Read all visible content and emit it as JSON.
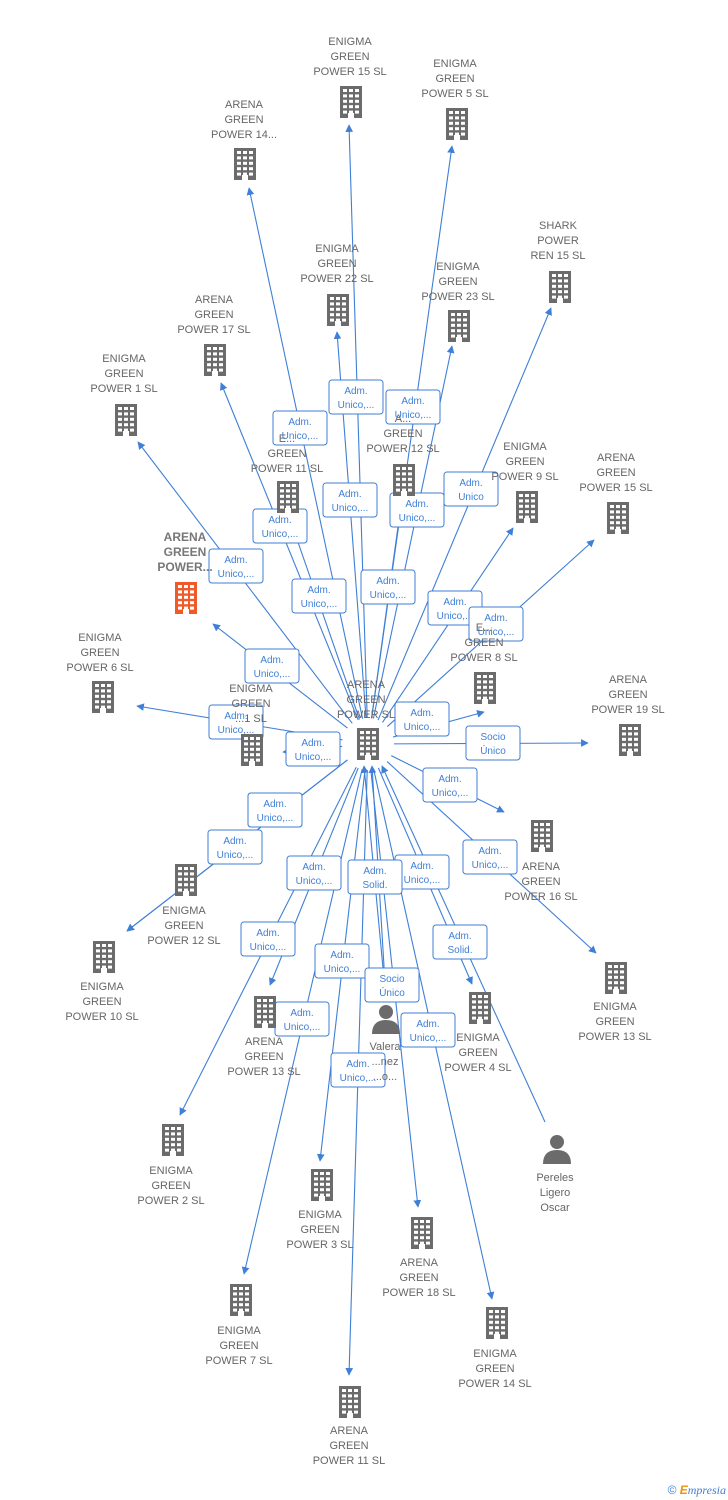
{
  "colors": {
    "edge": "#3f7fd6",
    "node": "#6b6b6b",
    "focus_node": "#f05a28",
    "label": "#666666"
  },
  "nodes": [
    {
      "id": "center",
      "icon": "building-icon",
      "lines": [
        "ARENA",
        "GREEN",
        "POWER  SL"
      ]
    },
    {
      "id": "focus",
      "icon": "building-icon",
      "focus": true,
      "lines": [
        "ARENA",
        "GREEN",
        "POWER..."
      ]
    },
    {
      "id": "eg15",
      "icon": "building-icon",
      "lines": [
        "ENIGMA",
        "GREEN",
        "POWER 15  SL"
      ]
    },
    {
      "id": "eg5",
      "icon": "building-icon",
      "lines": [
        "ENIGMA",
        "GREEN",
        "POWER 5  SL"
      ]
    },
    {
      "id": "ag14",
      "icon": "building-icon",
      "lines": [
        "ARENA",
        "GREEN",
        "POWER 14..."
      ]
    },
    {
      "id": "shark",
      "icon": "building-icon",
      "lines": [
        "SHARK",
        "POWER",
        "REN 15  SL"
      ]
    },
    {
      "id": "eg22",
      "icon": "building-icon",
      "lines": [
        "ENIGMA",
        "GREEN",
        "POWER 22  SL"
      ]
    },
    {
      "id": "eg23",
      "icon": "building-icon",
      "lines": [
        "ENIGMA",
        "GREEN",
        "POWER 23  SL"
      ]
    },
    {
      "id": "ag17",
      "icon": "building-icon",
      "lines": [
        "ARENA",
        "GREEN",
        "POWER 17  SL"
      ]
    },
    {
      "id": "eg1",
      "icon": "building-icon",
      "lines": [
        "ENIGMA",
        "GREEN",
        "POWER 1  SL"
      ]
    },
    {
      "id": "eg11",
      "icon": "building-icon",
      "lines": [
        "E...",
        "GREEN",
        "POWER 11  SL"
      ]
    },
    {
      "id": "ag12",
      "icon": "building-icon",
      "lines": [
        "A...",
        "GREEN",
        "POWER 12  SL"
      ]
    },
    {
      "id": "eg9",
      "icon": "building-icon",
      "lines": [
        "ENIGMA",
        "GREEN",
        "POWER 9  SL"
      ]
    },
    {
      "id": "ag15",
      "icon": "building-icon",
      "lines": [
        "ARENA",
        "GREEN",
        "POWER 15  SL"
      ]
    },
    {
      "id": "eg6",
      "icon": "building-icon",
      "lines": [
        "ENIGMA",
        "GREEN",
        "POWER 6  SL"
      ]
    },
    {
      "id": "eg8",
      "icon": "building-icon",
      "lines": [
        "E...",
        "GREEN",
        "POWER 8  SL"
      ]
    },
    {
      "id": "ag1",
      "icon": "building-icon",
      "lines": [
        "ENIGMA",
        "GREEN",
        "...1  SL"
      ]
    },
    {
      "id": "ag19",
      "icon": "building-icon",
      "lines": [
        "ARENA",
        "GREEN",
        "POWER 19  SL"
      ]
    },
    {
      "id": "ag16",
      "icon": "building-icon",
      "lines": [
        "ARENA",
        "GREEN",
        "POWER 16  SL"
      ]
    },
    {
      "id": "eg12",
      "icon": "building-icon",
      "lines": [
        "ENIGMA",
        "GREEN",
        "POWER 12  SL"
      ]
    },
    {
      "id": "eg10",
      "icon": "building-icon",
      "lines": [
        "ENIGMA",
        "GREEN",
        "POWER 10  SL"
      ]
    },
    {
      "id": "eg13",
      "icon": "building-icon",
      "lines": [
        "ENIGMA",
        "GREEN",
        "POWER 13  SL"
      ]
    },
    {
      "id": "ag13",
      "icon": "building-icon",
      "lines": [
        "ARENA",
        "GREEN",
        "POWER 13  SL"
      ]
    },
    {
      "id": "valera",
      "icon": "person-icon",
      "lines": [
        "Valera",
        "...nez",
        "...o..."
      ]
    },
    {
      "id": "eg4",
      "icon": "building-icon",
      "lines": [
        "ENIGMA",
        "GREEN",
        "POWER 4  SL"
      ]
    },
    {
      "id": "pereles",
      "icon": "person-icon",
      "lines": [
        "Pereles",
        "Ligero",
        "Oscar"
      ]
    },
    {
      "id": "eg2",
      "icon": "building-icon",
      "lines": [
        "ENIGMA",
        "GREEN",
        "POWER 2  SL"
      ]
    },
    {
      "id": "eg3",
      "icon": "building-icon",
      "lines": [
        "ENIGMA",
        "GREEN",
        "POWER 3  SL"
      ]
    },
    {
      "id": "ag18",
      "icon": "building-icon",
      "lines": [
        "ARENA",
        "GREEN",
        "POWER 18  SL"
      ]
    },
    {
      "id": "eg7",
      "icon": "building-icon",
      "lines": [
        "ENIGMA",
        "GREEN",
        "POWER 7  SL"
      ]
    },
    {
      "id": "eg14",
      "icon": "building-icon",
      "lines": [
        "ENIGMA",
        "GREEN",
        "POWER 14  SL"
      ]
    },
    {
      "id": "ag11",
      "icon": "building-icon",
      "lines": [
        "ARENA",
        "GREEN",
        "POWER 11  SL"
      ]
    }
  ],
  "edges": [
    {
      "from": "center",
      "to": "eg15",
      "lines": [
        "Adm.",
        "Unico,..."
      ]
    },
    {
      "from": "center",
      "to": "eg5",
      "lines": [
        "Adm.",
        "Unico,..."
      ]
    },
    {
      "from": "center",
      "to": "ag14",
      "lines": [
        "Adm.",
        "Unico,..."
      ]
    },
    {
      "from": "center",
      "to": "shark",
      "lines": [
        "Adm.",
        "Unico"
      ]
    },
    {
      "from": "center",
      "to": "eg22",
      "lines": [
        "Adm.",
        "Unico,..."
      ]
    },
    {
      "from": "center",
      "to": "eg23",
      "lines": [
        "Adm.",
        "Unico,..."
      ]
    },
    {
      "from": "center",
      "to": "ag17",
      "lines": [
        "Adm.",
        "Unico,..."
      ]
    },
    {
      "from": "center",
      "to": "eg1",
      "lines": [
        "Adm.",
        "Unico,..."
      ]
    },
    {
      "from": "center",
      "to": "eg11",
      "lines": [
        "Adm.",
        "Unico,..."
      ]
    },
    {
      "from": "center",
      "to": "ag12",
      "lines": [
        "Adm.",
        "Unico,..."
      ]
    },
    {
      "from": "center",
      "to": "eg9",
      "lines": [
        "Adm.",
        "Unico,..."
      ]
    },
    {
      "from": "center",
      "to": "ag15",
      "lines": [
        "Adm.",
        "Unico,..."
      ]
    },
    {
      "from": "center",
      "to": "focus",
      "lines": [
        "Adm.",
        "Unico,..."
      ]
    },
    {
      "from": "center",
      "to": "eg6",
      "lines": [
        "Adm.",
        "Unico,..."
      ]
    },
    {
      "from": "center",
      "to": "eg8",
      "lines": [
        "Adm.",
        "Unico,..."
      ]
    },
    {
      "from": "center",
      "to": "ag1",
      "lines": [
        "Adm.",
        "Unico,..."
      ]
    },
    {
      "from": "center",
      "to": "ag19",
      "lines": [
        "Socio",
        "Único"
      ]
    },
    {
      "from": "center",
      "to": "ag16",
      "lines": [
        "Adm.",
        "Unico,..."
      ]
    },
    {
      "from": "center",
      "to": "eg12",
      "lines": [
        "Adm.",
        "Unico,..."
      ]
    },
    {
      "from": "center",
      "to": "eg10",
      "lines": [
        "Adm.",
        "Unico,..."
      ]
    },
    {
      "from": "center",
      "to": "eg13",
      "lines": [
        "Adm.",
        "Unico,..."
      ]
    },
    {
      "from": "center",
      "to": "ag13",
      "lines": [
        "Adm.",
        "Unico,..."
      ]
    },
    {
      "from": "center",
      "to": "eg4",
      "lines": [
        "Adm.",
        "Solid."
      ]
    },
    {
      "from": "center",
      "to": "eg2",
      "lines": [
        "Adm.",
        "Unico,..."
      ]
    },
    {
      "from": "center",
      "to": "eg3",
      "lines": [
        "Adm.",
        "Unico,..."
      ]
    },
    {
      "from": "center",
      "to": "ag18",
      "lines": [
        "Adm.",
        "Unico,..."
      ]
    },
    {
      "from": "center",
      "to": "eg7",
      "lines": [
        "Adm.",
        "Unico,..."
      ]
    },
    {
      "from": "center",
      "to": "eg14",
      "lines": [
        "Adm.",
        "Unico,..."
      ]
    },
    {
      "from": "center",
      "to": "ag11",
      "lines": [
        "Adm.",
        "Unico,..."
      ]
    },
    {
      "from": "valera",
      "to": "center",
      "lines": [
        "Socio",
        "Único"
      ]
    },
    {
      "from": "valera",
      "to": "center",
      "lines": [
        "Adm.",
        "Solid."
      ]
    },
    {
      "from": "pereles",
      "to": "center",
      "lines": [
        "Adm.",
        "Unico,..."
      ]
    }
  ],
  "footer": {
    "copyright": "©",
    "brand_initial": "E",
    "brand_rest": "mpresia"
  }
}
